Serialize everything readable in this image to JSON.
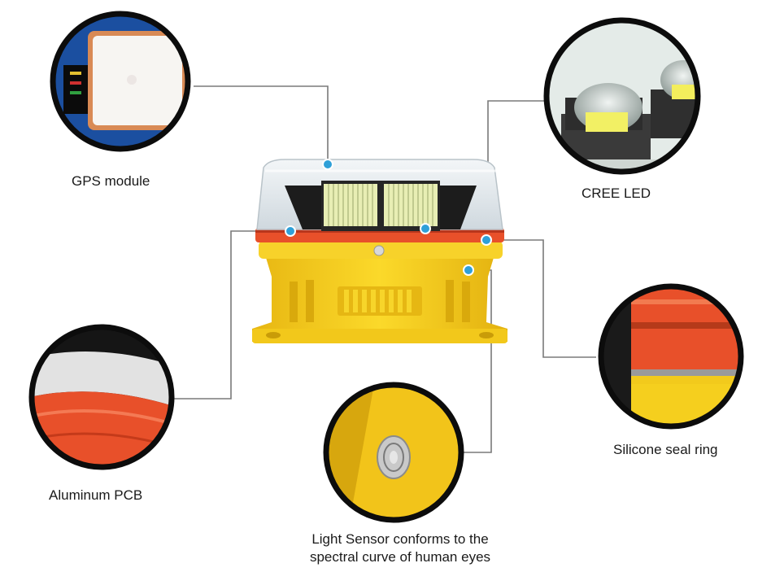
{
  "callouts": {
    "gps": "GPS module",
    "cree": "CREE LED",
    "pcb": "Aluminum PCB",
    "seal": "Silicone seal ring",
    "sensor_line1": "Light Sensor conforms to the",
    "sensor_line2": "spectral curve of human eyes"
  },
  "colors": {
    "housing_yellow": "#f5cf1e",
    "seal_orange": "#e8502a",
    "dot_blue": "#2fa0d8",
    "leader_gray": "#7a7a7a",
    "ring_black": "#0c0c0c"
  }
}
